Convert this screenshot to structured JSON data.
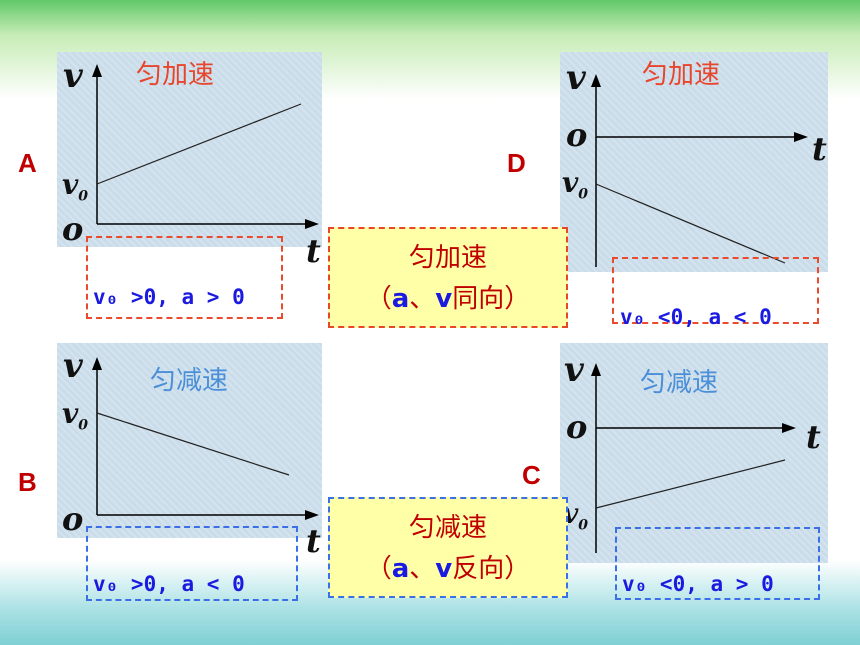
{
  "panels": {
    "A": {
      "letter": "A",
      "title": "匀加速",
      "axis_v": "v",
      "axis_t": "t",
      "origin": "o",
      "v0_label": "v",
      "v0_sub": "0",
      "condition": "v₀ >0, a > 0"
    },
    "B": {
      "letter": "B",
      "title": "匀减速",
      "axis_v": "v",
      "axis_t": "t",
      "origin": "o",
      "v0_label": "v",
      "v0_sub": "0",
      "condition": "v₀ >0, a < 0"
    },
    "C": {
      "letter": "C",
      "title": "匀减速",
      "axis_v": "v",
      "axis_t": "t",
      "origin": "o",
      "v0_label": "v",
      "v0_sub": "0",
      "condition": "v₀ <0, a > 0"
    },
    "D": {
      "letter": "D",
      "title": "匀加速",
      "axis_v": "v",
      "axis_t": "t",
      "origin": "o",
      "v0_label": "v",
      "v0_sub": "0",
      "condition": "v₀ <0, a < 0"
    }
  },
  "middle": {
    "top": {
      "line1": "匀加速",
      "paren_open": "（",
      "a": "a",
      "sep": "、",
      "v": "v",
      "rest": "同向）"
    },
    "bottom": {
      "line1": "匀减速",
      "paren_open": "（",
      "a": "a",
      "sep": "、",
      "v": "v",
      "rest": "反向）"
    }
  },
  "colors": {
    "accent_red": "#e8452d",
    "accent_blue": "#4a8fd8",
    "cond_text": "#1a1ae0",
    "highlight_bg": "#ffffa8"
  }
}
